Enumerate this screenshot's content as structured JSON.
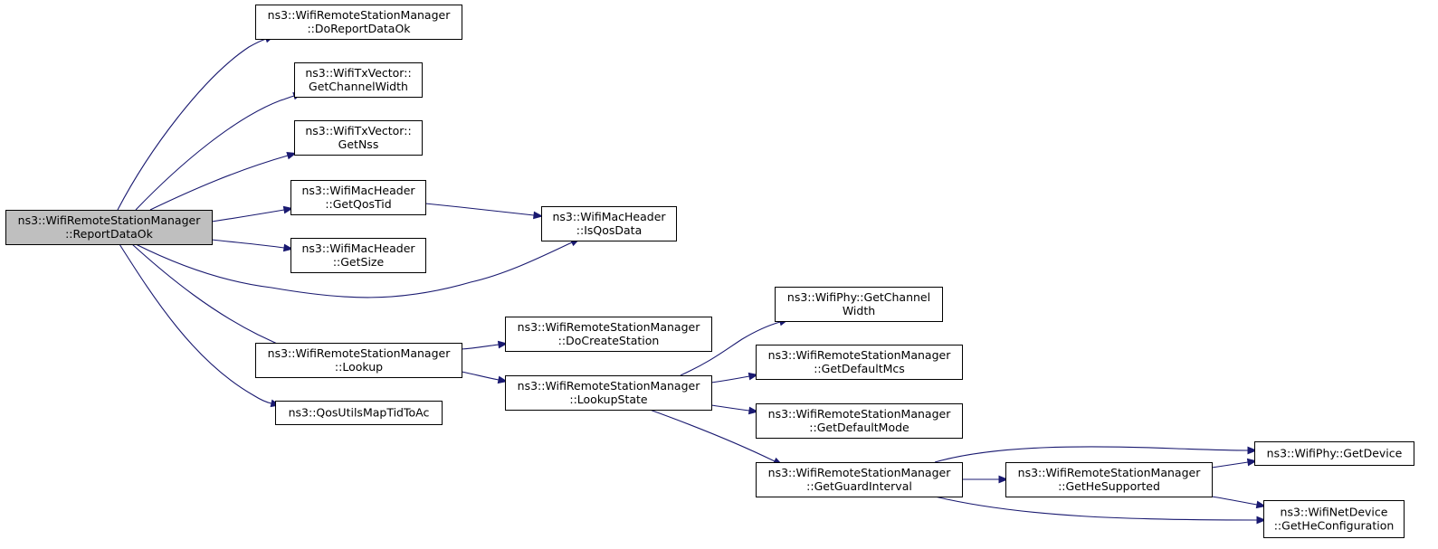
{
  "colors": {
    "edge": "#191970",
    "node_fill": "#ffffff",
    "root_fill": "#bfbfbf",
    "node_border": "#000000"
  },
  "diagram": {
    "nodes": [
      {
        "id": "report",
        "lines": [
          "ns3::WifiRemoteStationManager",
          "::ReportDataOk"
        ],
        "root": true
      },
      {
        "id": "doreport",
        "lines": [
          "ns3::WifiRemoteStationManager",
          "::DoReportDataOk"
        ]
      },
      {
        "id": "getchw",
        "lines": [
          "ns3::WifiTxVector::",
          "GetChannelWidth"
        ]
      },
      {
        "id": "getnss",
        "lines": [
          "ns3::WifiTxVector::",
          "GetNss"
        ]
      },
      {
        "id": "getqostid",
        "lines": [
          "ns3::WifiMacHeader",
          "::GetQosTid"
        ]
      },
      {
        "id": "getsize",
        "lines": [
          "ns3::WifiMacHeader",
          "::GetSize"
        ]
      },
      {
        "id": "isqos",
        "lines": [
          "ns3::WifiMacHeader",
          "::IsQosData"
        ]
      },
      {
        "id": "lookup",
        "lines": [
          "ns3::WifiRemoteStationManager",
          "::Lookup"
        ]
      },
      {
        "id": "qosmap",
        "lines": [
          "ns3::QosUtilsMapTidToAc"
        ]
      },
      {
        "id": "docreate",
        "lines": [
          "ns3::WifiRemoteStationManager",
          "::DoCreateStation"
        ]
      },
      {
        "id": "lookupstate",
        "lines": [
          "ns3::WifiRemoteStationManager",
          "::LookupState"
        ]
      },
      {
        "id": "phychw",
        "lines": [
          "ns3::WifiPhy::GetChannel",
          "Width"
        ]
      },
      {
        "id": "defmcs",
        "lines": [
          "ns3::WifiRemoteStationManager",
          "::GetDefaultMcs"
        ]
      },
      {
        "id": "defmode",
        "lines": [
          "ns3::WifiRemoteStationManager",
          "::GetDefaultMode"
        ]
      },
      {
        "id": "guard",
        "lines": [
          "ns3::WifiRemoteStationManager",
          "::GetGuardInterval"
        ]
      },
      {
        "id": "hesup",
        "lines": [
          "ns3::WifiRemoteStationManager",
          "::GetHeSupported"
        ]
      },
      {
        "id": "getdevice",
        "lines": [
          "ns3::WifiPhy::GetDevice"
        ]
      },
      {
        "id": "heconf",
        "lines": [
          "ns3::WifiNetDevice",
          "::GetHeConfiguration"
        ]
      }
    ],
    "edges": [
      {
        "from": "report",
        "to": "doreport"
      },
      {
        "from": "report",
        "to": "getchw"
      },
      {
        "from": "report",
        "to": "getnss"
      },
      {
        "from": "report",
        "to": "getqostid"
      },
      {
        "from": "report",
        "to": "getsize"
      },
      {
        "from": "report",
        "to": "isqos"
      },
      {
        "from": "report",
        "to": "lookup"
      },
      {
        "from": "report",
        "to": "qosmap"
      },
      {
        "from": "getqostid",
        "to": "isqos"
      },
      {
        "from": "lookup",
        "to": "docreate"
      },
      {
        "from": "lookup",
        "to": "lookupstate"
      },
      {
        "from": "lookupstate",
        "to": "phychw"
      },
      {
        "from": "lookupstate",
        "to": "defmcs"
      },
      {
        "from": "lookupstate",
        "to": "defmode"
      },
      {
        "from": "lookupstate",
        "to": "guard"
      },
      {
        "from": "guard",
        "to": "getdevice"
      },
      {
        "from": "guard",
        "to": "hesup"
      },
      {
        "from": "guard",
        "to": "heconf"
      },
      {
        "from": "hesup",
        "to": "getdevice"
      },
      {
        "from": "hesup",
        "to": "heconf"
      }
    ]
  }
}
